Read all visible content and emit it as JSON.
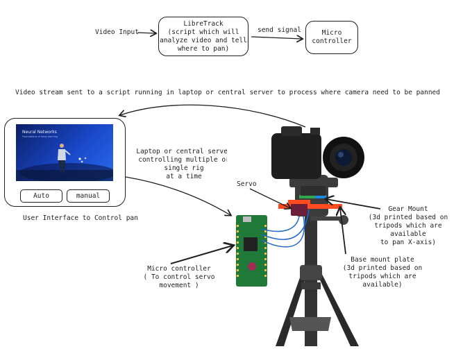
{
  "flow": {
    "input_label": "Video Input",
    "librerack_box": "LibreTrack\n(script which will analyze video and tell where to pan)",
    "send_signal_label": "send signal",
    "micro_box": "Micro\ncontroller"
  },
  "stream_note": "Video stream sent to a script running in laptop or central server to process where camera need to be panned",
  "ui_panel": {
    "slide_title": "Neural Networks",
    "slide_sub": "Foundations of deep learning",
    "auto_button": "Auto",
    "manual_button": "manual",
    "caption": "User Interface to Control pan"
  },
  "labels": {
    "laptop": "Laptop or central server\ncontrolling multiple or single rig\nat a time",
    "servo": "Servo",
    "gear_mount": "Gear Mount\n(3d printed based on\ntripods which are available\nto pan X-axis)",
    "base_plate": "Base mount plate\n(3d printed based on\ntripods which are available)",
    "micro_controller": "Micro controller\n( To control servo movement )"
  },
  "colors": {
    "stroke": "#1e1e1e",
    "gear_green": "#2fa84f",
    "gear_blue": "#1e88e5",
    "plate_orange": "#ff4b1f",
    "board_green": "#1f7a3a",
    "wire_blue": "#1f66d1"
  }
}
